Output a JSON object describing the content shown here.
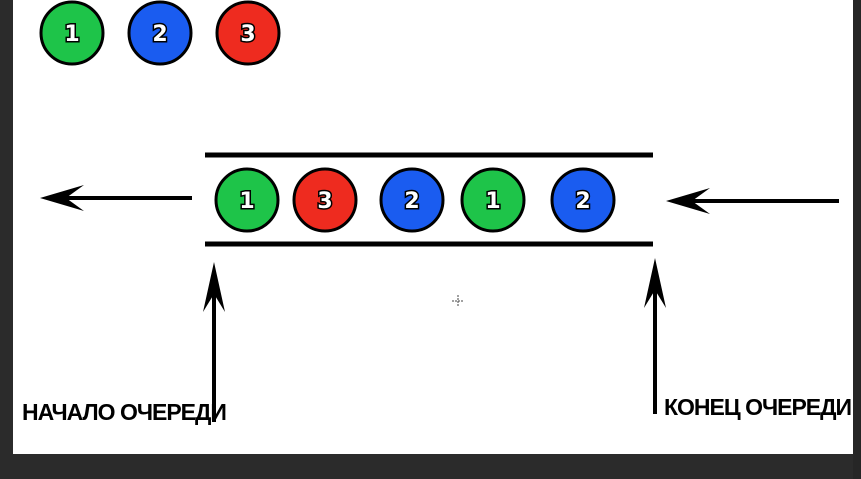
{
  "colors": {
    "green": "#1ec449",
    "blue": "#1a5cf0",
    "red": "#ee2b1f",
    "outline": "#000000",
    "background": "#ffffff",
    "frame": "#2b2b2b"
  },
  "legend": [
    {
      "label": "1",
      "color": "green"
    },
    {
      "label": "2",
      "color": "blue"
    },
    {
      "label": "3",
      "color": "red"
    }
  ],
  "queue": [
    {
      "label": "1",
      "color": "green"
    },
    {
      "label": "3",
      "color": "red"
    },
    {
      "label": "2",
      "color": "blue"
    },
    {
      "label": "1",
      "color": "green"
    },
    {
      "label": "2",
      "color": "blue"
    }
  ],
  "labels": {
    "start": "НАЧАЛО ОЧЕРЕДИ",
    "end": "КОНЕЦ ОЧЕРЕДИ"
  },
  "icons": {
    "outgoing_arrow": "arrow-left-icon",
    "incoming_arrow": "arrow-left-icon",
    "start_pointer": "arrow-up-icon",
    "end_pointer": "arrow-up-icon",
    "cursor": "crosshair-icon"
  }
}
